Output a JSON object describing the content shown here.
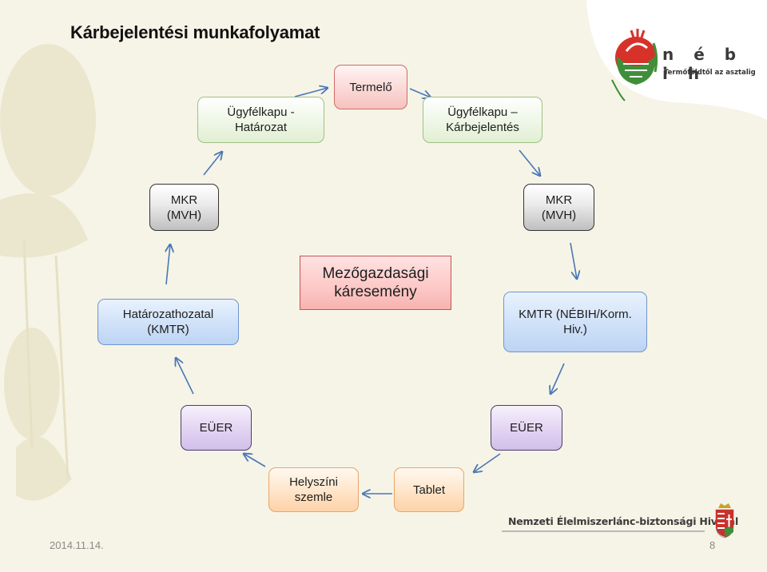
{
  "title": "Kárbejelentési munkafolyamat",
  "nodes": {
    "termelo": {
      "lines": [
        "Termelő"
      ]
    },
    "ugyfelkapu_hatarozat": {
      "lines": [
        "Ügyfélkapu -",
        "Határozat"
      ]
    },
    "ugyfelkapu_karbejelentes": {
      "lines": [
        "Ügyfélkapu –",
        "Kárbejelentés"
      ]
    },
    "mkr_left": {
      "lines": [
        "MKR",
        "(MVH)"
      ]
    },
    "mkr_right": {
      "lines": [
        "MKR",
        "(MVH)"
      ]
    },
    "hatarozathozatal": {
      "lines": [
        "Határozathozatal",
        "(KMTR)"
      ]
    },
    "kmtr": {
      "lines": [
        "KMTR (NÉBIH/Korm.",
        "Hiv.)"
      ]
    },
    "euer_left": {
      "lines": [
        "EÜER"
      ]
    },
    "euer_right": {
      "lines": [
        "EÜER"
      ]
    },
    "helyszini_szemle": {
      "lines": [
        "Helyszíni",
        "szemle"
      ]
    },
    "tablet": {
      "lines": [
        "Tablet"
      ]
    }
  },
  "center_event": {
    "lines": [
      "Mezőgazdasági",
      "káresemény"
    ]
  },
  "logo": {
    "word": "n é b i h",
    "tagline": "Termőföldtől az asztalig"
  },
  "footer": {
    "agency": "Nemzeti Élelmiszerlánc-biztonsági Hivatal",
    "date": "2014.11.14.",
    "page": "8"
  },
  "colors": {
    "arrow": "#4a77b8",
    "logo_red": "#d7322a",
    "logo_green": "#3f8f3a"
  }
}
